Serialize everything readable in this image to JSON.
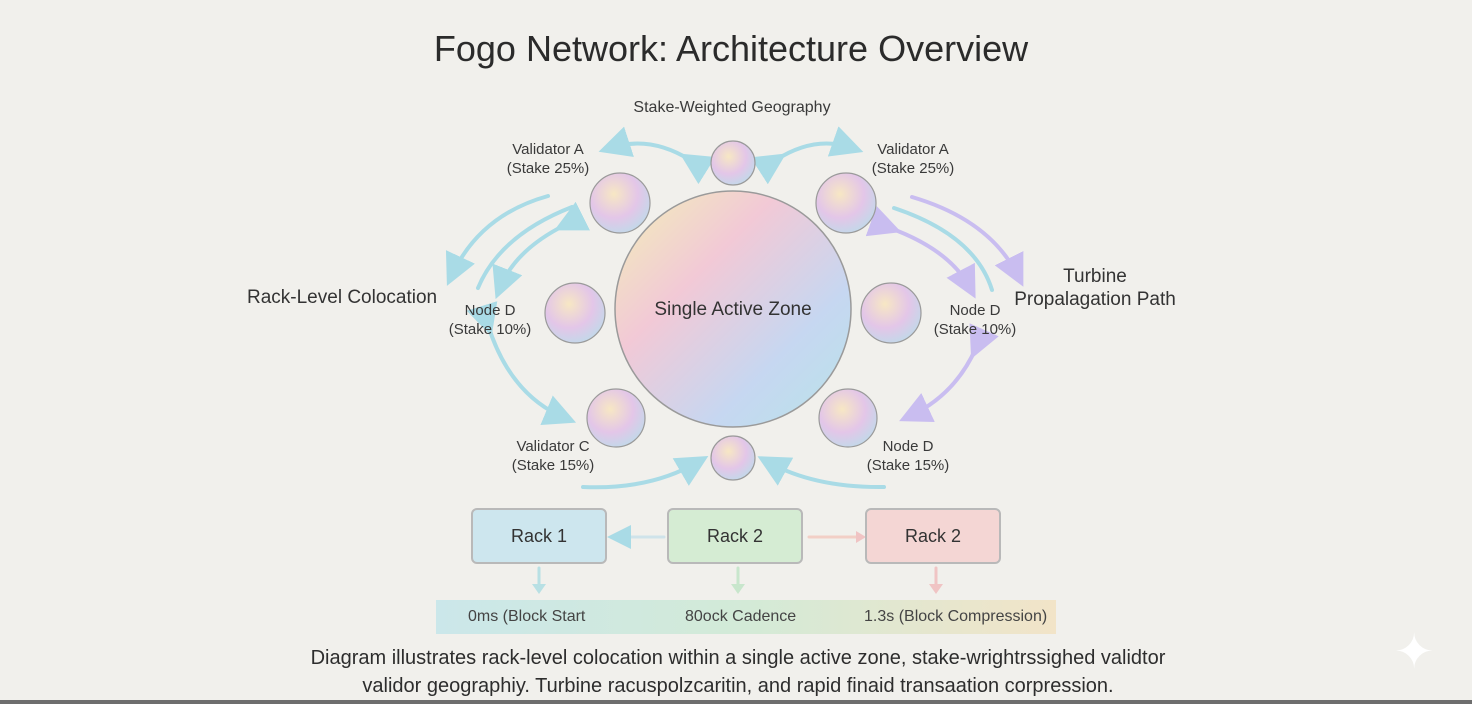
{
  "title": "Fogo Network: Architecture Overview",
  "diagram": {
    "top_label": "Stake-Weighted Geography",
    "center_label": "Single Active Zone",
    "left_label": "Rack-Level Colocation",
    "right_label_line1": "Turbine",
    "right_label_line2": "Propalagation Path",
    "nodes": [
      {
        "name": "Validator A",
        "stake": "(Stake 25%)"
      },
      {
        "name": "Validator A",
        "stake": "(Stake 25%)"
      },
      {
        "name": "Node D",
        "stake": "(Stake 10%)"
      },
      {
        "name": "Node D",
        "stake": "(Stake 10%)"
      },
      {
        "name": "Validator C",
        "stake": "(Stake 15%)"
      },
      {
        "name": "Node D",
        "stake": "(Stake 15%)"
      }
    ],
    "racks": [
      {
        "label": "Rack 1",
        "color": "#cde6ee"
      },
      {
        "label": "Rack 2",
        "color": "#d5ecd3"
      },
      {
        "label": "Rack 2",
        "color": "#f4d6d4"
      }
    ],
    "timeline": [
      "0ms (Block Start",
      "80ock Cadence",
      "1.3s (Block Compression)"
    ]
  },
  "caption": {
    "line1": "Diagram illustrates rack-level colocation within a single active zone, stake-wrightrssighed validtor",
    "line2": "validor geographiy.  Turbine racuspolzcaritin, and rapid finaid transaation corpression."
  }
}
